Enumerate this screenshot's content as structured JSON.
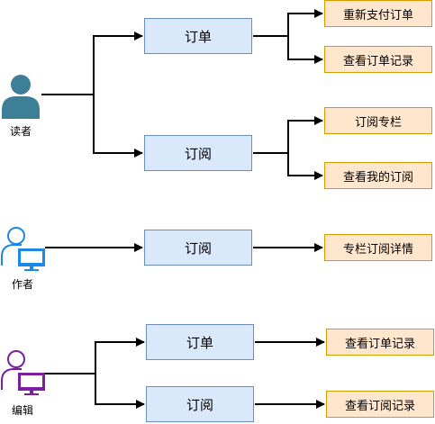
{
  "actors": {
    "reader": {
      "label": "读者",
      "color": "#3d7f96"
    },
    "author": {
      "label": "作者",
      "color": "#1e88e5"
    },
    "editor": {
      "label": "编辑",
      "color": "#7b1fa2"
    }
  },
  "reader": {
    "order_label": "订单",
    "subscribe_label": "订阅",
    "order_children": [
      "重新支付订单",
      "查看订单记录"
    ],
    "subscribe_children": [
      "订阅专栏",
      "查看我的订阅"
    ]
  },
  "author": {
    "subscribe_label": "订阅",
    "child": "专栏订阅详情"
  },
  "editor": {
    "order_label": "订单",
    "subscribe_label": "订阅",
    "order_child": "查看订单记录",
    "subscribe_child": "查看订阅记录"
  },
  "colors": {
    "blue_fill": "#dae8fc",
    "blue_stroke": "#6c8ebf",
    "orange_fill": "#ffe6cc",
    "orange_stroke": "#d79b00"
  }
}
